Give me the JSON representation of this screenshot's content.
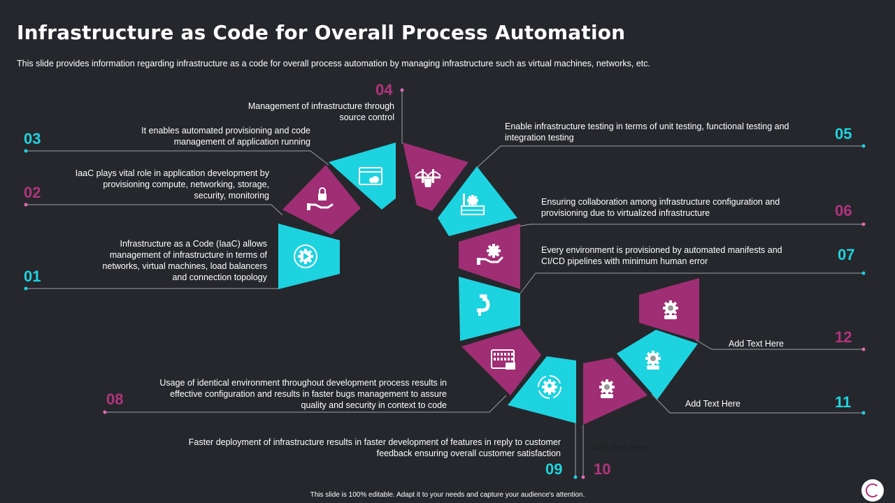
{
  "title": "Infrastructure as Code for Overall Process Automation",
  "subtitle": "This slide provides information regarding infrastructure as a code for overall process automation by managing infrastructure such as virtual machines, networks, etc.",
  "colors": {
    "cyan": "#1dd3e0",
    "magenta": "#a02e74",
    "background": "#26272c"
  },
  "items": [
    {
      "number": "01",
      "text": "Infrastructure as a Code (IaaC) allows\nmanagement of infrastructure in terms of\nnetworks, virtual machines, load balancers\nand connection topology",
      "icon": "gear-play-icon"
    },
    {
      "number": "02",
      "text": "IaaC plays vital role in application development by\nprovisioning compute, networking, storage,\nsecurity, monitoring",
      "icon": "hand-lock-icon"
    },
    {
      "number": "03",
      "text": "It enables automated provisioning and code\nmanagement of application running",
      "icon": "browser-cloud-icon"
    },
    {
      "number": "04",
      "text": "Management of infrastructure through\nsource control",
      "icon": "bridge-icon"
    },
    {
      "number": "05",
      "text": "Enable infrastructure testing in terms of unit testing, functional testing and\nintegration testing",
      "icon": "factory-gear-icon"
    },
    {
      "number": "06",
      "text": "Ensuring collaboration among infrastructure configuration and\nprovisioning due to virtualized infrastructure",
      "icon": "hand-gear-icon"
    },
    {
      "number": "07",
      "text": "Every environment is provisioned by automated manifests and\nCI/CD pipelines with minimum human error",
      "icon": "pipe-icon"
    },
    {
      "number": "08",
      "text": "Usage of identical environment throughout development process results in\neffective configuration and results in faster bugs management to assure\nquality and security in context to code",
      "icon": "binary-code-icon"
    },
    {
      "number": "09",
      "text": "Faster deployment of infrastructure results in faster development of features in reply to customer\nfeedback ensuring overall customer satisfaction",
      "icon": "gear-user-icon"
    },
    {
      "number": "10",
      "text": "Add Text Here",
      "icon": "gear-worker-icon"
    },
    {
      "number": "11",
      "text": "Add Text Here",
      "icon": "gear-worker-icon"
    },
    {
      "number": "12",
      "text": "Add Text Here",
      "icon": "gear-worker-icon"
    }
  ],
  "footer": "This slide is 100% editable. Adapt it to your needs and capture your audience's attention."
}
